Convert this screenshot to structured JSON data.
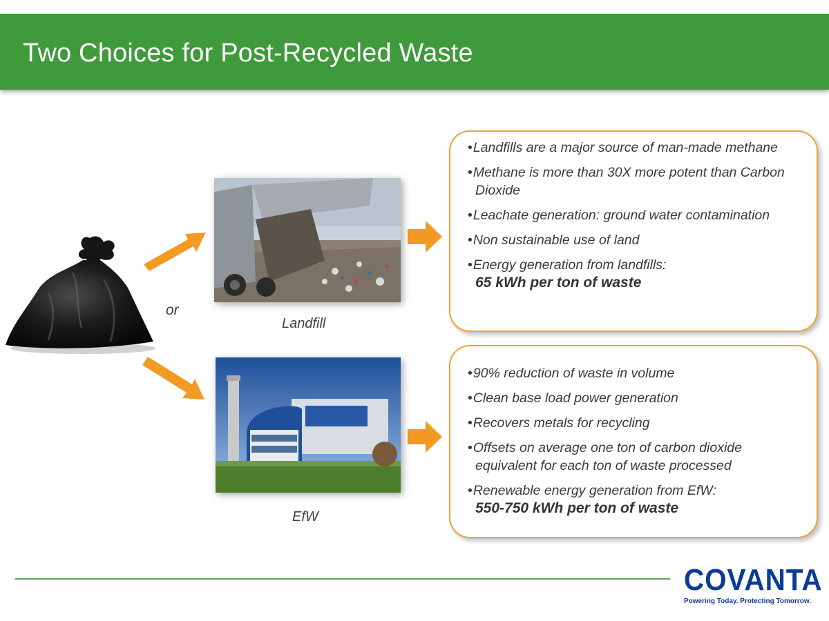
{
  "title": "Two Choices for Post-Recycled Waste",
  "or_label": "or",
  "landfill": {
    "caption": "Landfill",
    "bullets": [
      "Landfills are a major source of man-made methane",
      "Methane is more than 30X more potent than Carbon Dioxide",
      "Leachate generation: ground water contamination",
      "Non sustainable use of land",
      "Energy generation from landfills:"
    ],
    "emphasis": "65 kWh per ton of waste"
  },
  "efw": {
    "caption": "EfW",
    "bullets": [
      "90% reduction of waste in volume",
      "Clean base load power generation",
      "Recovers metals for recycling",
      "Offsets on average one ton of carbon dioxide equivalent for each ton of waste processed",
      "Renewable energy generation from EfW:"
    ],
    "emphasis": "550-750 kWh per ton of waste"
  },
  "logo": {
    "wordmark": "COVANTA",
    "tagline": "Powering Today. Protecting Tomorrow."
  },
  "colors": {
    "header_green": "#3f9a3b",
    "accent_orange": "#f2a133",
    "arrow_orange": "#f39a24",
    "brand_blue": "#0a3c93"
  }
}
